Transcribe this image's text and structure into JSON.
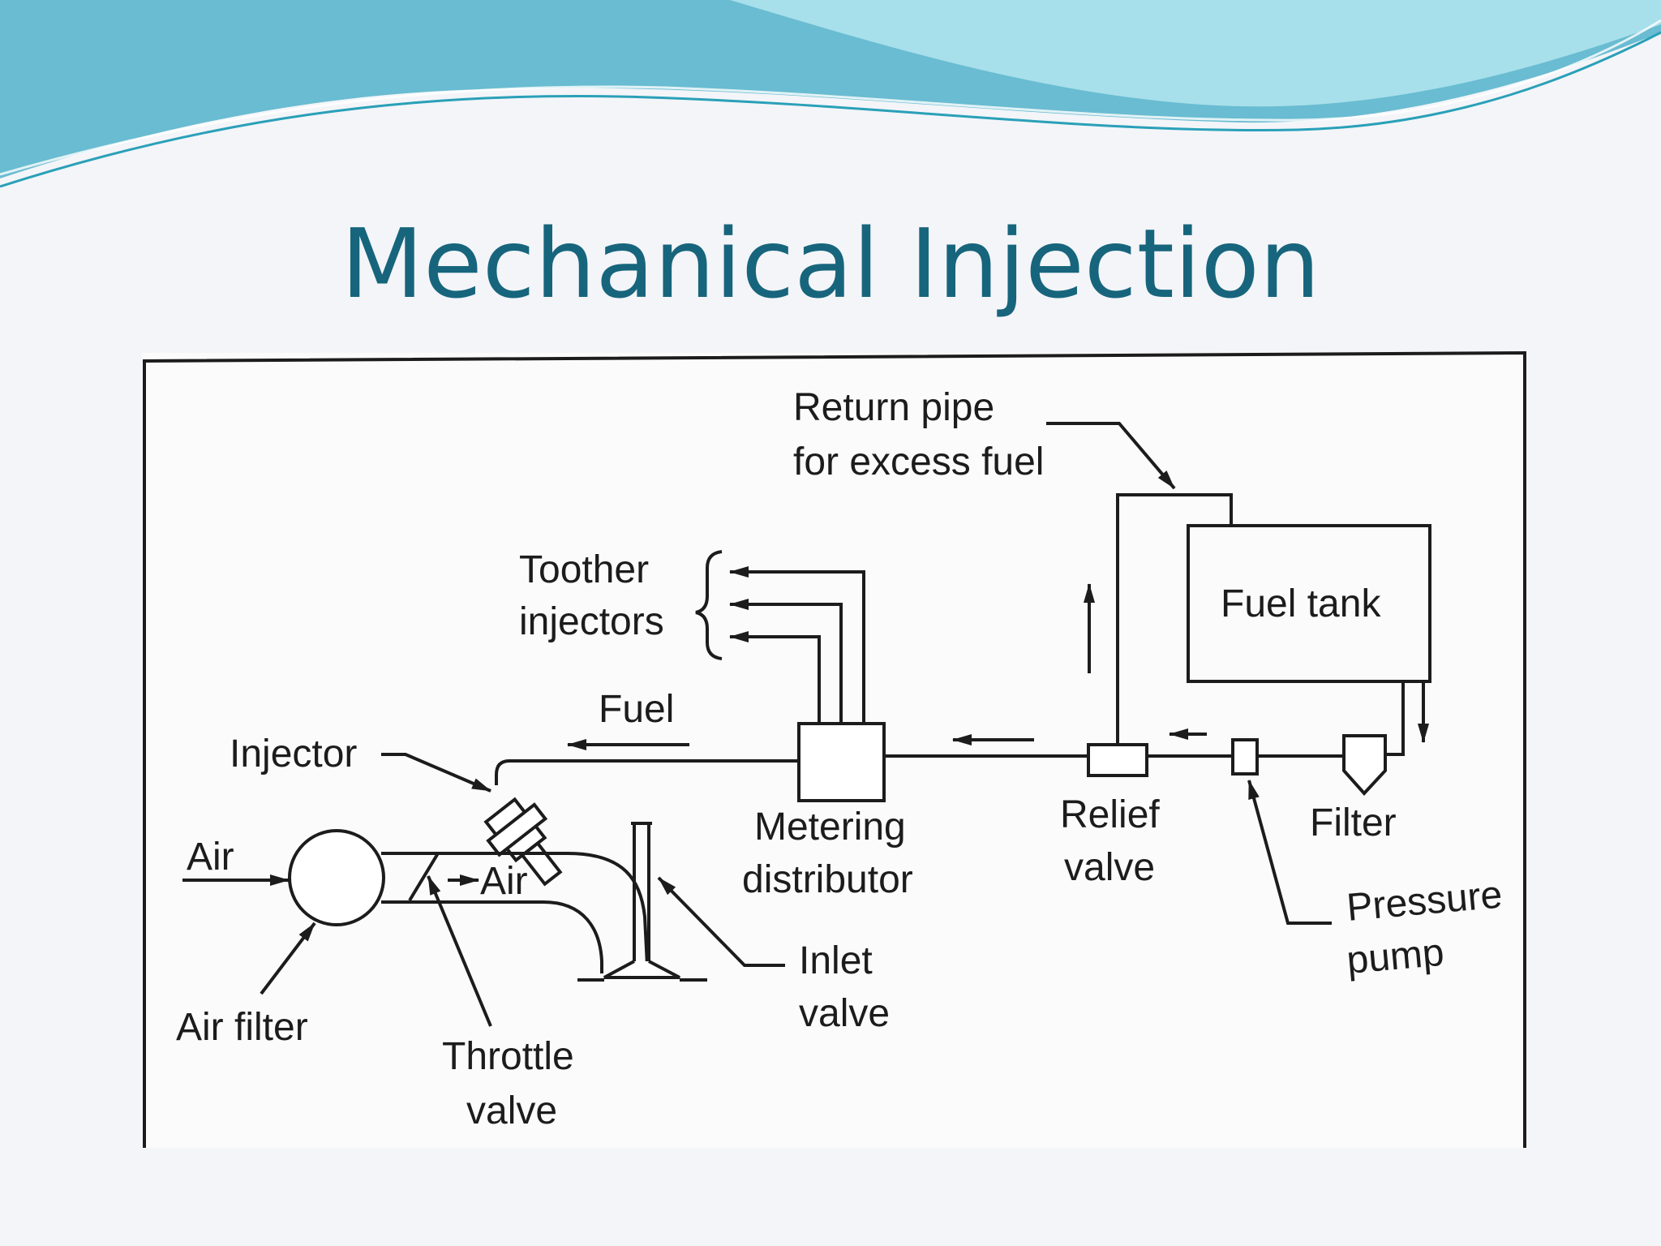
{
  "slide": {
    "title": "Mechanical Injection"
  },
  "theme": {
    "title_color": "#17657c",
    "background": "#f3f5f9",
    "wave_colors": [
      "#69bcd1",
      "#9fdcea",
      "#2aa0b8"
    ]
  },
  "diagram": {
    "labels": {
      "return_pipe": "Return pipe",
      "excess_fuel": "for excess fuel",
      "to_other": "Toother",
      "injectors": "injectors",
      "fuel_tank": "Fuel tank",
      "fuel": "Fuel",
      "injector": "Injector",
      "air_in": "Air",
      "air_flow": "Air",
      "metering": "Metering",
      "distributor": "distributor",
      "relief": "Relief",
      "relief_valve": "valve",
      "filter": "Filter",
      "pressure": "Pressure",
      "pump": "pump",
      "inlet": "Inlet",
      "inlet_valve": "valve",
      "air_filter": "Air filter",
      "throttle": "Throttle",
      "throttle_valve": "valve"
    }
  }
}
